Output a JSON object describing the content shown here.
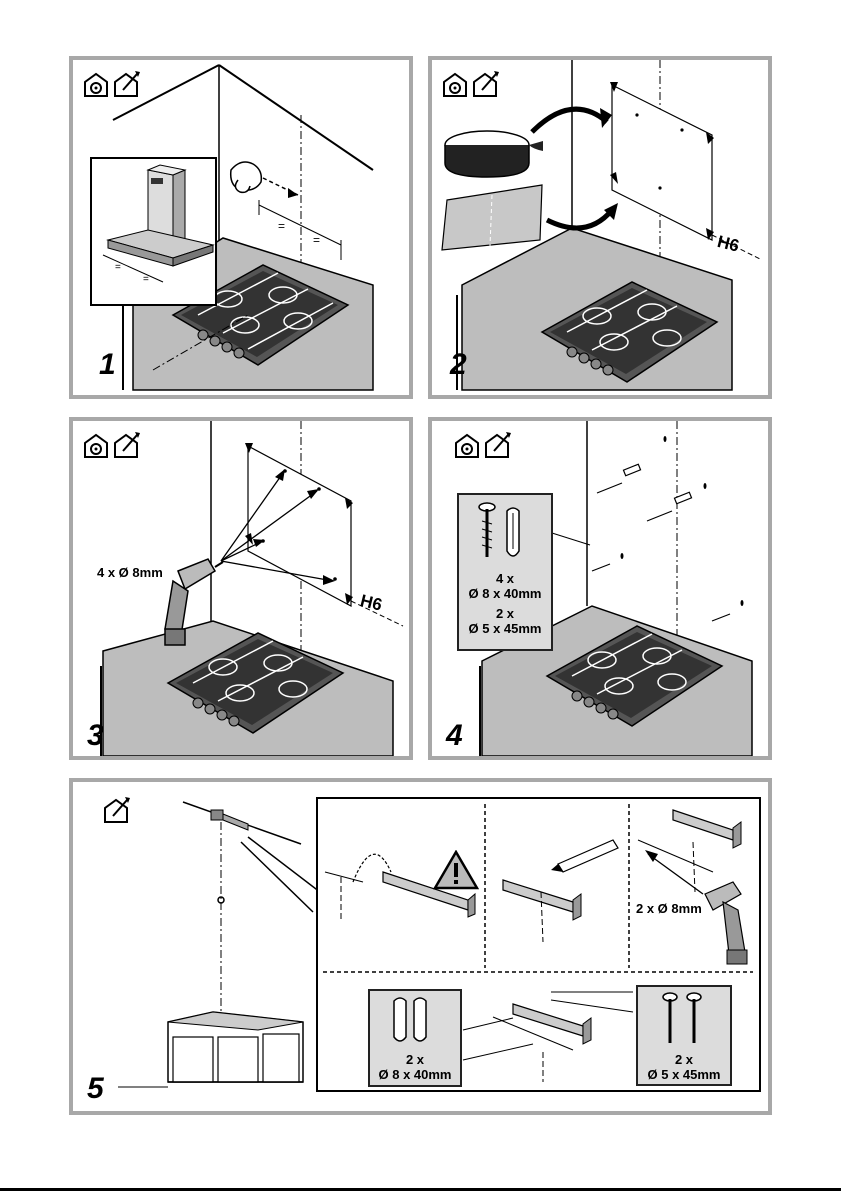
{
  "steps": [
    {
      "number": "1"
    },
    {
      "number": "2",
      "mark": "H6"
    },
    {
      "number": "3",
      "drill_label": "4 x Ø 8mm",
      "mark": "H6"
    },
    {
      "number": "4",
      "plugs_count": "4 x",
      "plugs_size": "Ø 8 x 40mm",
      "screws_count": "2 x",
      "screws_size": "Ø 5 x 45mm"
    },
    {
      "number": "5",
      "drill_label": "2 x Ø 8mm",
      "plugs_count": "2 x",
      "plugs_size": "Ø 8 x 40mm",
      "screws_count": "2 x",
      "screws_size": "Ø 5 x 45mm"
    }
  ],
  "icons": {
    "installer_icon": "installer-house-icon",
    "self_install_icon": "self-install-house-icon",
    "warning_icon": "warning-triangle-icon"
  },
  "colors": {
    "panel_border": "#a8a8a8",
    "worktop_grey": "#bdbdbd",
    "hardware_box_bg": "#dcdcdc"
  }
}
